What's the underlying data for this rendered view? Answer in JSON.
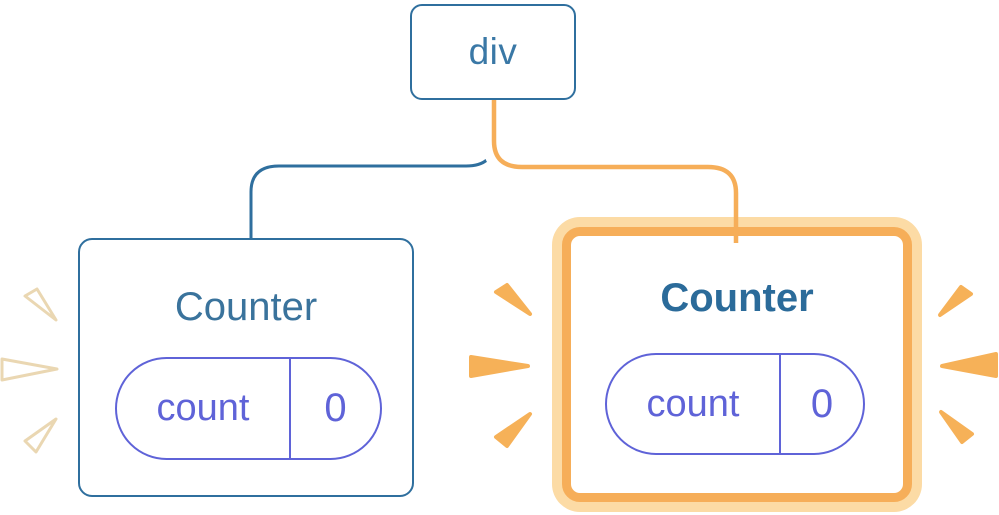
{
  "diagram": {
    "description": "React component tree: a div root with two Counter children; the right Counter is highlighted as newly rendered",
    "root_node": {
      "label": "div"
    },
    "left_counter": {
      "title": "Counter",
      "highlighted": false,
      "state": {
        "name": "count",
        "value": "0"
      }
    },
    "right_counter": {
      "title": "Counter",
      "highlighted": true,
      "state": {
        "name": "count",
        "value": "0"
      }
    },
    "colors": {
      "tree_blue": "#2f6f9e",
      "node_text_blue": "#3a78a6",
      "highlight_orange": "#f6ae59",
      "highlight_peach": "#fcdba5",
      "state_indigo": "#5f63d8",
      "sparkle_orange": "#f6b158",
      "sparkle_white": "#ffffff"
    }
  }
}
